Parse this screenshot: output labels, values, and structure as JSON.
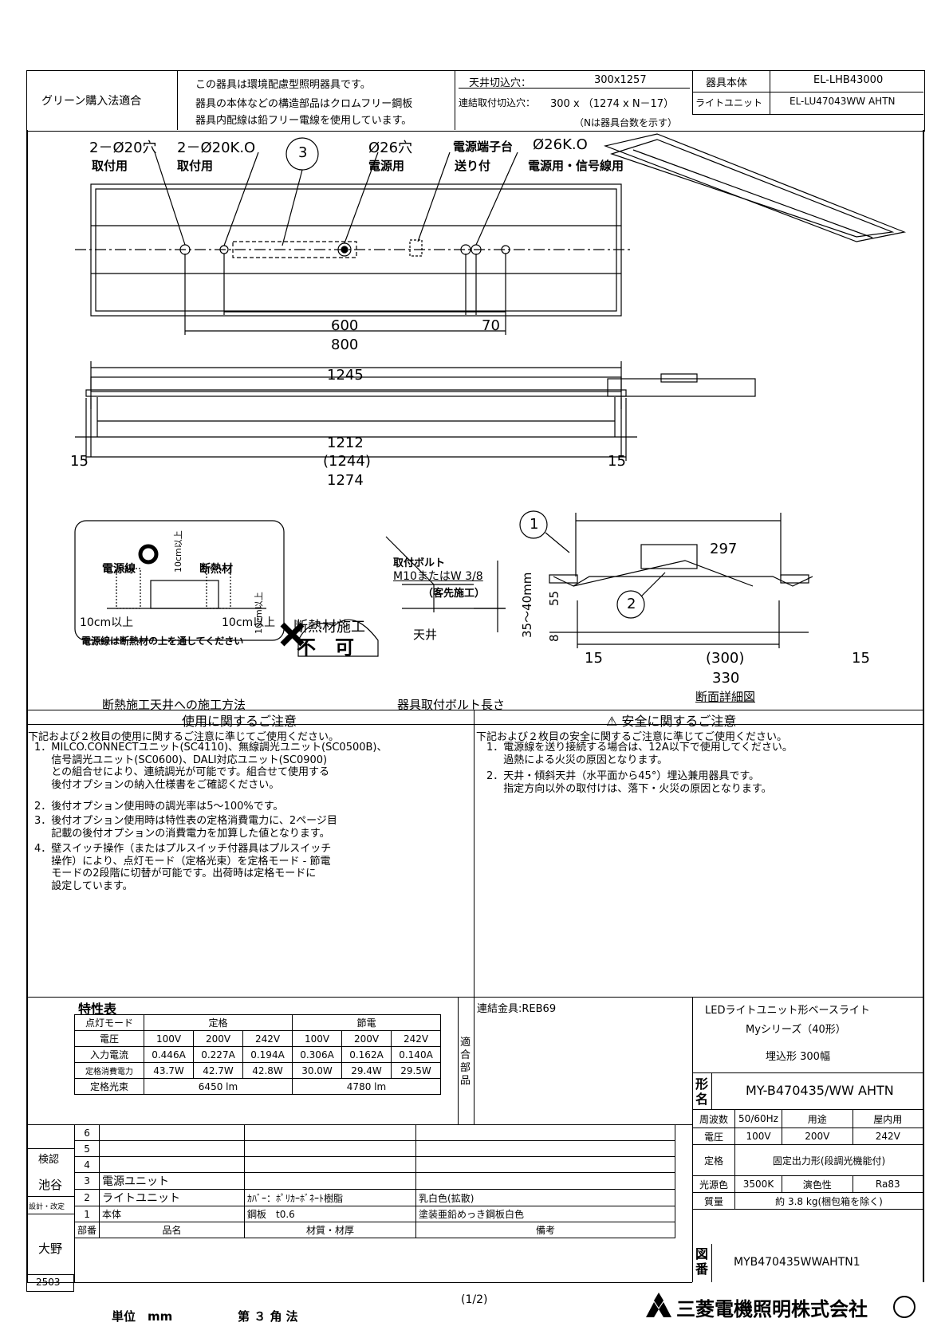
{
  "header": {
    "green": "グリーン購入法適合",
    "eco_lines": [
      "この器具は環境配慮型照明器具です。",
      "器具の本体などの構造部品はクロムフリー鋼板",
      "器具内配線は鉛フリー電線を使用しています。"
    ],
    "cutout_label": "天井切込穴：",
    "cutout_value": "300x1257",
    "cont_label": "連結取付切込穴：",
    "cont_value": "300 x （1274 x N－17）",
    "cont_note": "（Nは器具台数を示す）",
    "body_label": "器具本体",
    "body_value": "EL-LHB43000",
    "unit_label": "ライトユニット",
    "unit_value": "EL-LU47043WW AHTN"
  },
  "drawing": {
    "labels": {
      "hole1": "2－Ø20穴",
      "hole1_sub": "取付用",
      "hole2": "2－Ø20K.O",
      "hole2_sub": "取付用",
      "circle3": "3",
      "hole3": "Ø26穴",
      "hole3_sub": "電源用",
      "terminal": "電源端子台",
      "terminal_sub": "送り付",
      "hole4": "Ø26K.O",
      "hole4_sub": "電源用・信号線用"
    },
    "dims": {
      "d600": "600",
      "d70": "70",
      "d800": "800",
      "d1245": "1245",
      "d1212": "1212",
      "d1244": "(1244)",
      "d1274": "1274",
      "d15a": "15",
      "d15b": "15"
    },
    "insulation": {
      "power": "電源線",
      "insul": "断熱材",
      "ten1": "10cm以上",
      "ten2": "10cm以上",
      "ten3": "10cm以上",
      "ten4": "10cm以上",
      "note": "電源線は断熱材の上を通してください",
      "title": "断熱施工天井への施工方法",
      "nokou": "断熱材施工",
      "fuka": "不　可"
    },
    "bolt": {
      "l1": "取付ボルト",
      "l2": "M10またはW 3/8",
      "l3": "（客先施工）",
      "range": "35～40mm",
      "ceiling": "天井",
      "title": "器具取付ボルト長さ"
    },
    "section": {
      "d297": "297",
      "d55": "55",
      "d8": "8",
      "d15a": "15",
      "d300": "(300)",
      "d15b": "15",
      "d330": "330",
      "c1": "1",
      "c2": "2",
      "title": "断面詳細図"
    }
  },
  "usage": {
    "title": "使用に関するご注意",
    "intro": "下記および２枚目の使用に関するご注意に準じてご使用ください。",
    "items": [
      "1．MILCO.CONNECTユニット(SC4110)、無線調光ユニット(SC0500B)、\n　  信号調光ユニット(SC0600)、DALI対応ユニット(SC0900)\n　  との組合せにより、連続調光が可能です。組合せて使用する\n　  後付オプションの納入仕様書をご確認ください。",
      "2．後付オプション使用時の調光率は5～100%です。",
      "3．後付オプション使用時は特性表の定格消費電力に、2ページ目\n　  記載の後付オプションの消費電力を加算した値となります。",
      "4．壁スイッチ操作（またはプルスイッチ付器具はプルスイッチ\n　  操作）により、点灯モード（定格光束）を定格モード - 節電\n　  モードの2段階に切替が可能です。出荷時は定格モードに\n　  設定しています。"
    ]
  },
  "safety": {
    "title": "⚠ 安全に関するご注意",
    "intro": "下記および２枚目の安全に関するご注意に準じてご使用ください。",
    "items": [
      "1．電源線を送り接続する場合は、12A以下で使用してください。\n　  過熱による火災の原因となります。",
      "2．天井・傾斜天井（水平面から45°）埋込兼用器具です。\n　  指定方向以外の取付けは、落下・火災の原因となります。"
    ]
  },
  "specs": {
    "title": "特性表",
    "mode_label": "点灯モード",
    "rated": "定格",
    "eco": "節電",
    "voltage_label": "電圧",
    "voltages": [
      "100V",
      "200V",
      "242V",
      "100V",
      "200V",
      "242V"
    ],
    "current_label": "入力電流",
    "currents": [
      "0.446A",
      "0.227A",
      "0.194A",
      "0.306A",
      "0.162A",
      "0.140A"
    ],
    "power_label": "定格消費電力",
    "powers": [
      "43.7W",
      "42.7W",
      "42.8W",
      "30.0W",
      "29.4W",
      "29.5W"
    ],
    "flux_label": "定格光束",
    "flux_rated": "6450 lm",
    "flux_eco": "4780 lm",
    "applicable": "適合部品",
    "joint": "連結金具:REB69"
  },
  "product": {
    "line1": "LEDライトユニット形ベースライト",
    "line2": "Myシリーズ（40形）",
    "line3": "埋込形 300幅",
    "model_label": "形名",
    "model": "MY-B470435/WW AHTN",
    "freq_label": "周波数",
    "freq": "50/60Hz",
    "use_label": "用途",
    "use": "屋内用",
    "volt_label": "電圧",
    "v1": "100V",
    "v2": "200V",
    "v3": "242V",
    "rating_label": "定格",
    "rating": "固定出力形(段調光機能付)",
    "color_label": "光源色",
    "color": "3500K",
    "cri_label": "演色性",
    "cri": "Ra83",
    "mass_label": "質量",
    "mass": "約 3.8 kg(梱包箱を除く)",
    "drawing_label": "図番",
    "drawing_no": "MYB470435WWAHTN1"
  },
  "parts": {
    "rows": [
      {
        "no": "6",
        "name": "",
        "material": "",
        "note": ""
      },
      {
        "no": "5",
        "name": "",
        "material": "",
        "note": ""
      },
      {
        "no": "4",
        "name": "",
        "material": "",
        "note": ""
      },
      {
        "no": "3",
        "name": "電源ユニット",
        "material": "",
        "note": ""
      },
      {
        "no": "2",
        "name": "ライトユニット",
        "material": "ｶﾊﾞｰ：ﾎﾟﾘｶｰﾎﾞﾈｰﾄ樹脂",
        "note": "乳白色(拡散)"
      },
      {
        "no": "1",
        "name": "本体",
        "material": "鋼板　t0.6",
        "note": "塗装亜鉛めっき鋼板白色"
      }
    ],
    "h_no": "部番",
    "h_name": "品名",
    "h_material": "材質・材厚",
    "h_note": "備考"
  },
  "approvals": {
    "check": "検認",
    "checker": "池谷",
    "design": "設計・改定",
    "designer": "大野",
    "code": "2503"
  },
  "footer": {
    "unit": "単位　mm",
    "angle": "第 ３ 角 法",
    "page": "(1/2)",
    "company": "三菱電機照明株式会社"
  }
}
